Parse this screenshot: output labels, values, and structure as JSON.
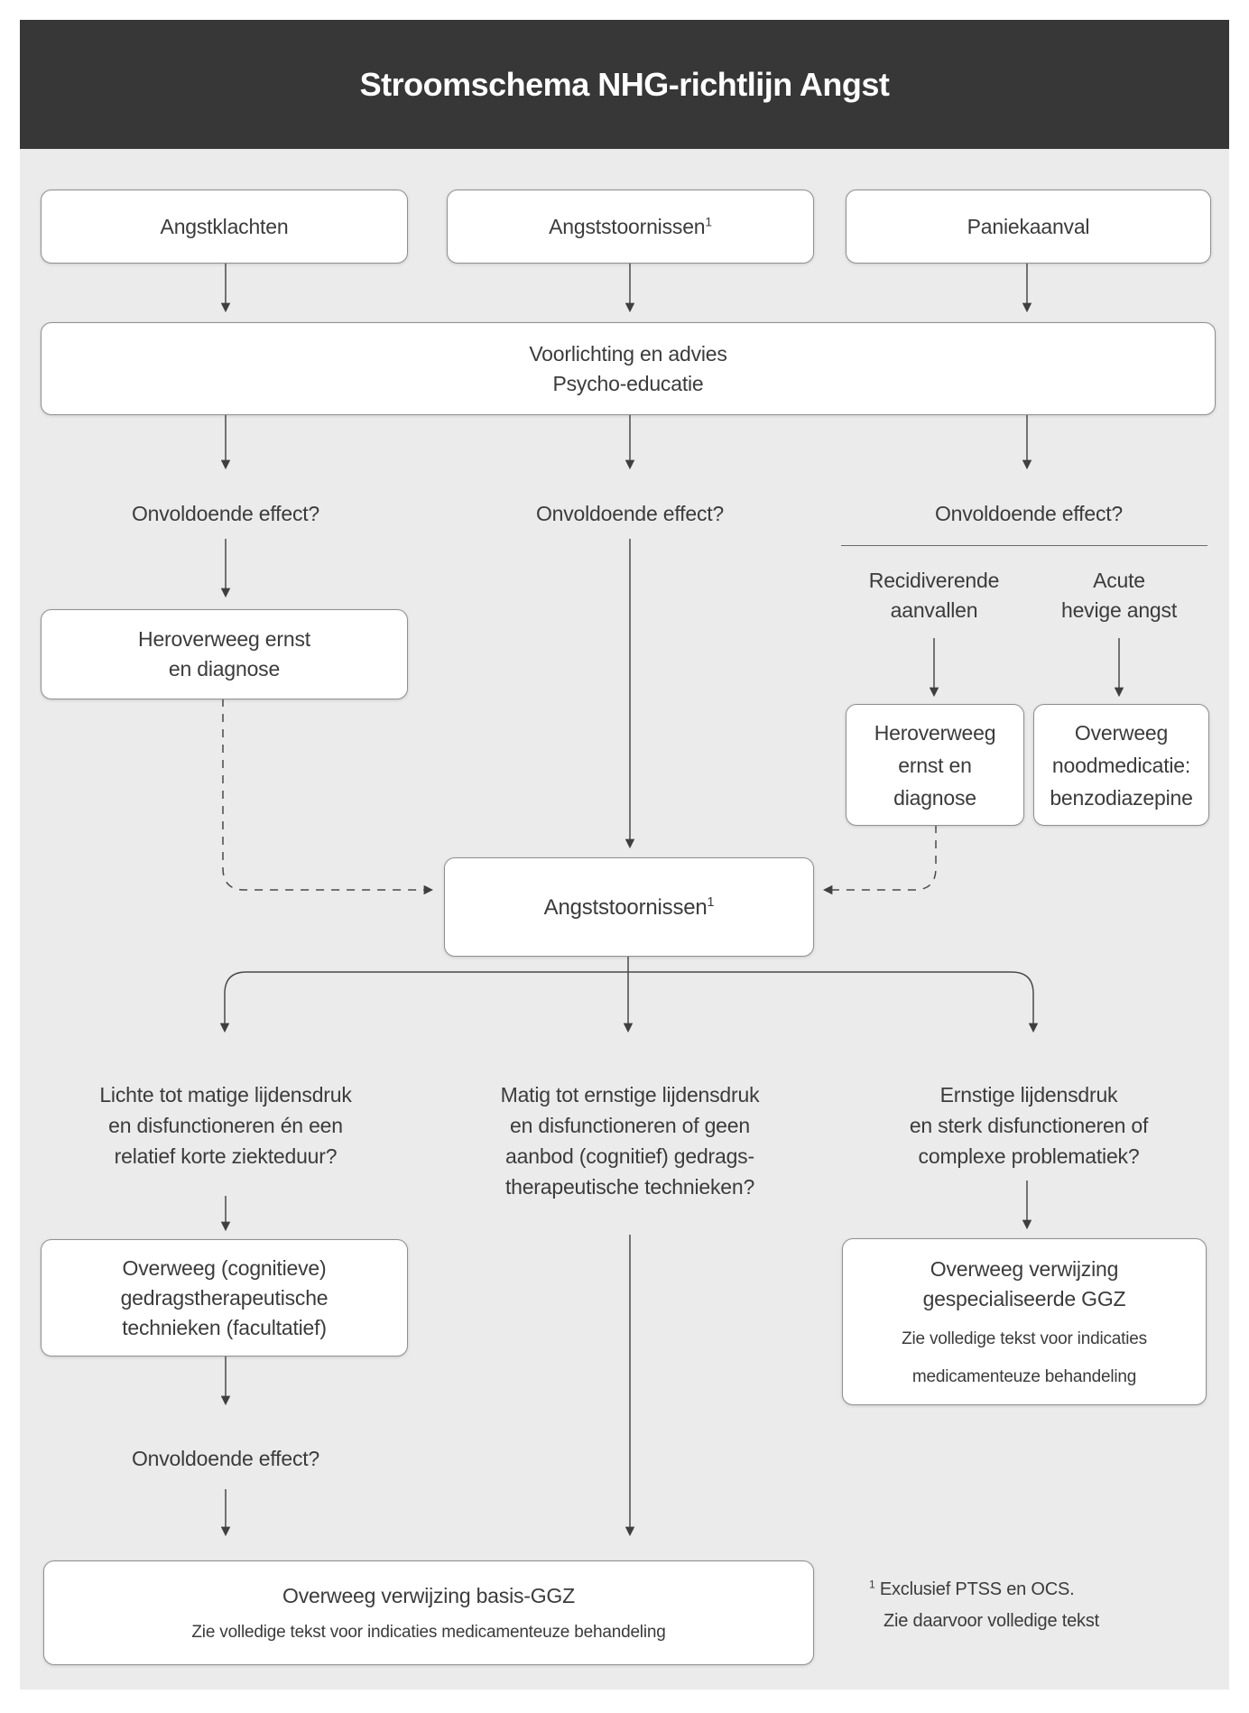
{
  "title": "Stroomschema NHG-richtlijn Angst",
  "colors": {
    "header_bg": "#373737",
    "panel_bg": "#ebebeb",
    "box_bg": "#ffffff",
    "box_border": "#8f8f8f",
    "text": "#3b3b3b",
    "connector": "#4a4a4a"
  },
  "nodes": {
    "angstklachten": {
      "label": "Angstklachten"
    },
    "angststoornissen_top": {
      "label": "Angststoornissen",
      "sup": "1"
    },
    "paniekaanval": {
      "label": "Paniekaanval"
    },
    "voorlichting": {
      "line1": "Voorlichting en advies",
      "line2": "Psycho-educatie"
    },
    "heroverweeg_links": {
      "line1": "Heroverweeg ernst",
      "line2": "en diagnose"
    },
    "heroverweeg_rechts": {
      "line1": "Heroverweeg",
      "line2": "ernst en",
      "line3": "diagnose"
    },
    "noodmedicatie": {
      "line1": "Overweeg",
      "line2": "noodmedicatie:",
      "line3": "benzodiazepine"
    },
    "angststoornissen_mid": {
      "label": "Angststoornissen",
      "sup": "1"
    },
    "overweeg_cgt": {
      "line1": "Overweeg (cognitieve)",
      "line2": "gedragstherapeutische",
      "line3": "technieken (facultatief)"
    },
    "verwijzing_sggz": {
      "line1": "Overweeg verwijzing",
      "line2": "gespecialiseerde GGZ",
      "sub1": "Zie volledige tekst voor indicaties",
      "sub2": "medicamenteuze behandeling"
    },
    "verwijzing_bggz": {
      "title": "Overweeg verwijzing basis-GGZ",
      "sub": "Zie volledige tekst voor indicaties medicamenteuze behandeling"
    }
  },
  "labels": {
    "onvoldoende_effect": "Onvoldoende effect?",
    "recidiverende": {
      "line1": "Recidiverende",
      "line2": "aanvallen"
    },
    "acute": {
      "line1": "Acute",
      "line2": "hevige angst"
    }
  },
  "questions": {
    "q1": {
      "line1": "Lichte tot matige lijdensdruk",
      "line2": "en disfunctioneren én een",
      "line3": "relatief korte ziekteduur?"
    },
    "q2": {
      "line1": "Matig tot ernstige lijdensdruk",
      "line2": "en disfunctioneren of geen",
      "line3": "aanbod (cognitief) gedrags-",
      "line4": "therapeutische technieken?"
    },
    "q3": {
      "line1": "Ernstige lijdensdruk",
      "line2": "en sterk disfunctioneren of",
      "line3": "complexe problematiek?"
    }
  },
  "footnote": {
    "sup": "1",
    "line1": "Exclusief PTSS en OCS.",
    "line2": "Zie daarvoor volledige tekst"
  }
}
